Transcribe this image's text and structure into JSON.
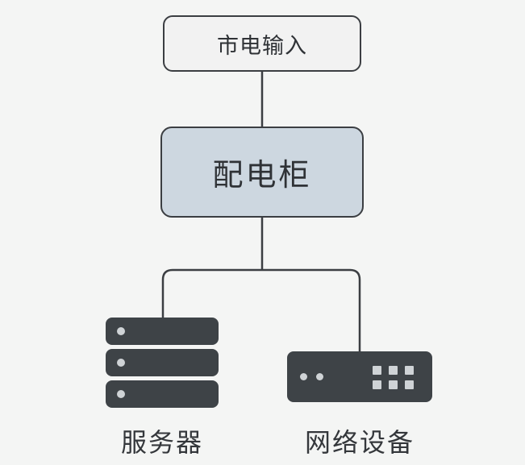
{
  "nodes": {
    "input": {
      "label": "市电输入"
    },
    "cabinet": {
      "label": "配电柜"
    },
    "servers": {
      "label": "服务器",
      "icon": "server-rack-icon"
    },
    "network": {
      "label": "网络设备",
      "icon": "network-switch-icon"
    }
  },
  "edges": [
    {
      "from": "input",
      "to": "cabinet"
    },
    {
      "from": "cabinet",
      "to": "servers"
    },
    {
      "from": "cabinet",
      "to": "network"
    }
  ],
  "colors": {
    "background": "#f4f5f4",
    "stroke": "#3b3e42",
    "input_fill": "#f2f2f2",
    "cabinet_fill": "#cdd7e0",
    "device_body": "#3e4347",
    "device_indicator": "#cfd3d6",
    "text": "#2f3236"
  }
}
